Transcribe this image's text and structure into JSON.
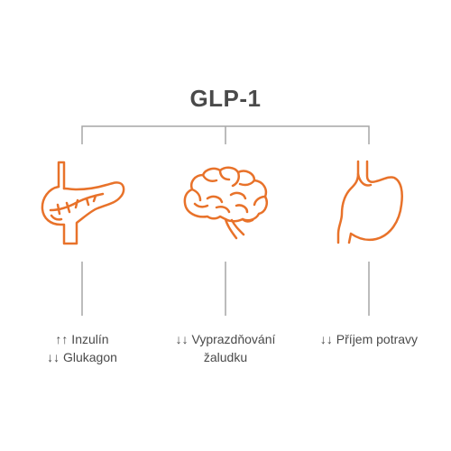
{
  "diagram": {
    "title": "GLP-1",
    "accent_color": "#e8722a",
    "line_color": "#a6a6a6",
    "branches": [
      {
        "organ_icon": "pancreas-icon",
        "lines": [
          "↑↑ Inzulín",
          "↓↓ Glukagon"
        ]
      },
      {
        "organ_icon": "brain-icon",
        "lines": [
          "↓↓ Vyprazdňování",
          "žaludku"
        ]
      },
      {
        "organ_icon": "stomach-icon",
        "lines": [
          "↓↓ Příjem potravy"
        ]
      }
    ]
  }
}
